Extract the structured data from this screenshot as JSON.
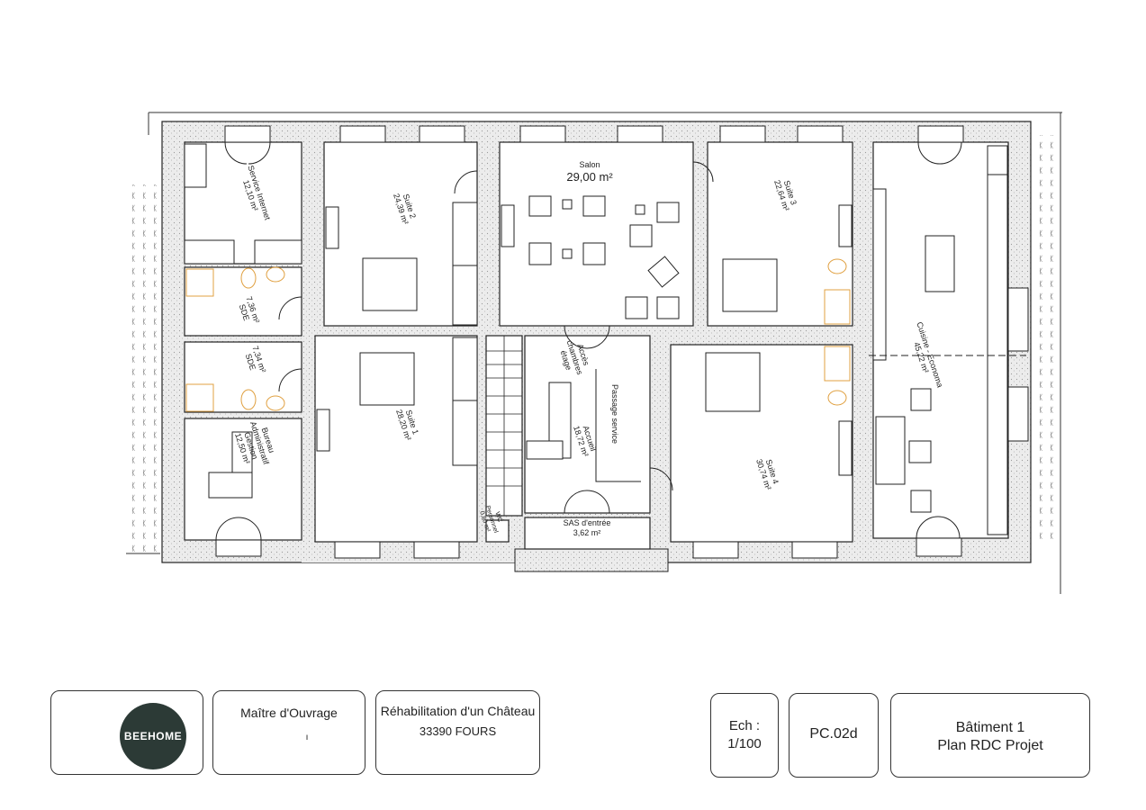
{
  "plan": {
    "rooms": {
      "service_internet": {
        "name": "Service Internet",
        "area": "12,10 m²"
      },
      "sde_a": {
        "name": "SDE",
        "area": "7,36 m²"
      },
      "sde_b": {
        "name": "SDE",
        "area": "7,34 m²"
      },
      "bureau": {
        "name1": "Bureau",
        "name2": "Administratif",
        "name3": "Gestion",
        "area": "12,50 m²"
      },
      "suite2": {
        "name": "Suite 2",
        "area": "24,39 m²"
      },
      "suite1": {
        "name": "Suite 1",
        "area": "28,20 m²"
      },
      "salon": {
        "name": "Salon",
        "area": "29,00 m²"
      },
      "acces": {
        "line1": "Accès",
        "line2": "chambres",
        "line3": "étage"
      },
      "accueil": {
        "name": "Accueil",
        "area": "18,72 m²"
      },
      "passage": {
        "name": "Passage service"
      },
      "sas": {
        "name": "SAS d'entrée",
        "area": "3,62 m²"
      },
      "wc": {
        "name1": "WC",
        "name2": "Personnel",
        "area": "0,80 m²"
      },
      "suite3": {
        "name": "Suite 3",
        "area": "22,64 m²"
      },
      "suite4": {
        "name": "Suite 4",
        "area": "30,74 m²"
      },
      "cuisine": {
        "name": "Cuisine - Economa",
        "area": "45,22 m²"
      }
    },
    "colors": {
      "wall_fill": "#e6e6e6",
      "line": "#222222",
      "sanitary": "#e0a040"
    }
  },
  "title_block": {
    "logo_text": "BEEHOME",
    "maitre_label": "Maître d'Ouvrage",
    "maitre_value": "ı",
    "project_line1": "Réhabilitation d'un Château",
    "project_line2": "33390 FOURS",
    "scale_label": "Ech :",
    "scale_value": "1/100",
    "plan_code": "PC.02d",
    "sheet_line1": "Bâtiment 1",
    "sheet_line2": "Plan RDC Projet"
  }
}
